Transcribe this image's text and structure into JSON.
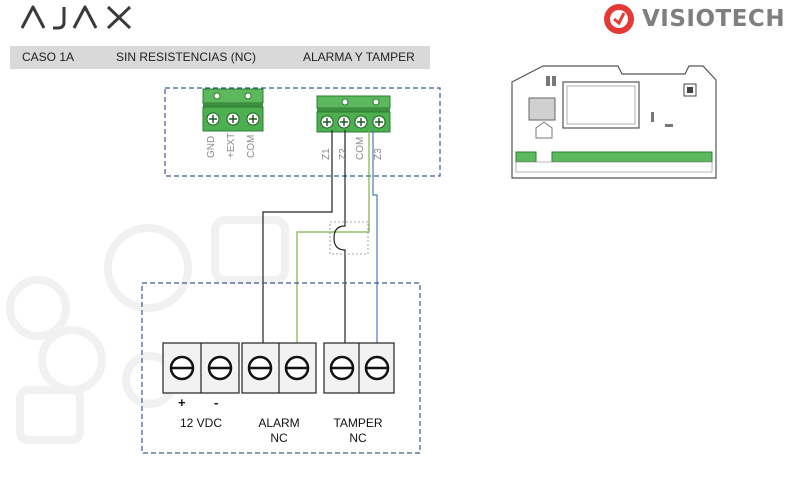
{
  "header": {
    "brand_left": "AJAX",
    "brand_right": "VISIOTECH"
  },
  "info_bar": {
    "case": "CASO 1A",
    "resistors": "SIN RESISTENCIAS (NC)",
    "mode": "ALARMA Y TAMPER"
  },
  "ajax_block_1": {
    "pins": [
      "GND",
      "+EXT",
      "COM"
    ]
  },
  "ajax_block_2": {
    "pins": [
      "Z1",
      "Z2",
      "COM",
      "Z3"
    ]
  },
  "detector": {
    "power_plus": "+",
    "power_minus": "-",
    "power_label": "12 VDC",
    "alarm_line1": "ALARM",
    "alarm_line2": "NC",
    "tamper_line1": "TAMPER",
    "tamper_line2": "NC"
  },
  "colors": {
    "wire_black": "#222222",
    "wire_green": "#7cb342",
    "wire_blue": "#4a78c0",
    "dashed_box": "#3c5a96",
    "terminal_green": "#4caf50"
  }
}
